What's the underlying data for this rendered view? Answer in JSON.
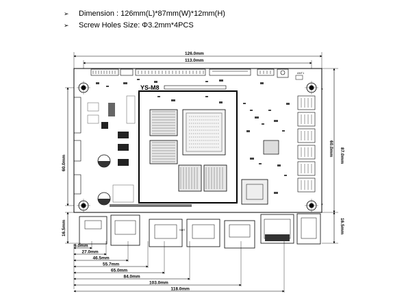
{
  "specs": {
    "line1": "Dimension : 126mm(L)*87mm(W)*12mm(H)",
    "line2": "Screw Holes Size: Φ3.2mm*4PCS",
    "bullet_icon": "arrow-bullet"
  },
  "board": {
    "label": "YS-M8",
    "jack_label": "SMT",
    "ant_label": "ANT1"
  },
  "dimensions": {
    "top_overall": "126.0mm",
    "top_holes": "113.0mm",
    "right_holes": "60.0mm",
    "right_overall": "87.0mm",
    "right_bottom": "16.5mm",
    "left_holes": "60.0mm",
    "left_bottom": "16.5mm",
    "bottom": [
      "9.0mm",
      "27.0mm",
      "46.5mm",
      "55.7mm",
      "65.0mm",
      "84.0mm",
      "103.0mm",
      "118.0mm"
    ]
  }
}
